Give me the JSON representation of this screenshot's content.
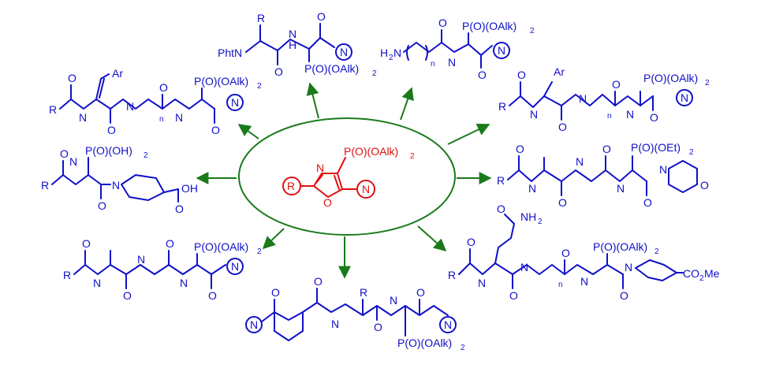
{
  "colors": {
    "product": "#1010c8",
    "core": "#e01010",
    "arrow": "#1a7a1a"
  },
  "core": {
    "r": "R",
    "n": "N",
    "o": "O",
    "ring_n": "N",
    "p": "P(O)(OAlk)",
    "sub2": "2"
  },
  "labels": {
    "r": "R",
    "n": "N",
    "o": "O",
    "h": "H",
    "nh": "N",
    "ar": "Ar",
    "n_sub": "n",
    "p": "P(O)(OAlk)",
    "p_oh": "P(O)(OH)",
    "p_et": "P(O)(OEt)",
    "two": "2",
    "pht": "PhtN",
    "h2n": "H",
    "h2n_n": "N",
    "oh": "OH",
    "nh2": "NH",
    "co2me": "CO",
    "me": "Me"
  }
}
